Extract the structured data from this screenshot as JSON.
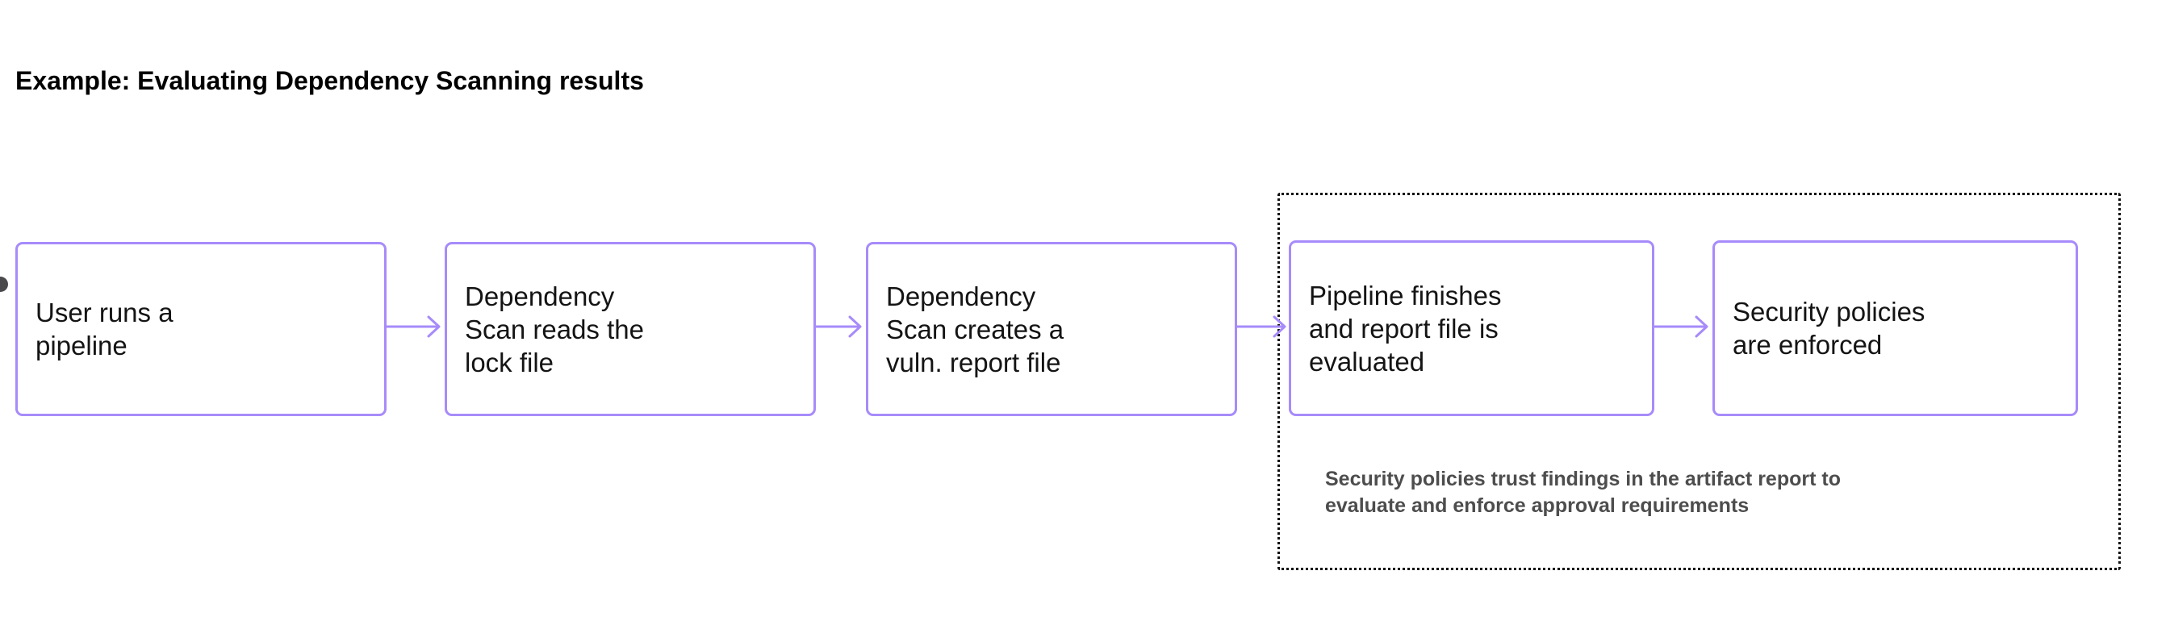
{
  "page": {
    "title": "Example: Evaluating Dependency Scanning results",
    "background_color": "#ffffff"
  },
  "theme": {
    "node_border_color": "#a78bfa",
    "node_fill_color": "#ffffff",
    "node_text_color": "#141414",
    "arrow_color": "#a78bfa",
    "group_border_color": "#111111",
    "group_caption_color": "#4d4d4d",
    "entry_dot_color": "#4a4a4d",
    "title_color": "#000000"
  },
  "diagram": {
    "type": "flowchart",
    "direction": "left-to-right",
    "entry_handle": "start-dot",
    "nodes": [
      {
        "id": "node-1",
        "label": "User runs a\npipeline"
      },
      {
        "id": "node-2",
        "label": "Dependency\nScan reads the\nlock file"
      },
      {
        "id": "node-3",
        "label": "Dependency\nScan creates a\nvuln. report file"
      },
      {
        "id": "node-4",
        "label": "Pipeline finishes\nand report file is\nevaluated"
      },
      {
        "id": "node-5",
        "label": "Security policies\nare enforced"
      }
    ],
    "edges": [
      {
        "from": "node-1",
        "to": "node-2",
        "label": ""
      },
      {
        "from": "node-2",
        "to": "node-3",
        "label": ""
      },
      {
        "from": "node-3",
        "to": "node-4",
        "label": ""
      },
      {
        "from": "node-4",
        "to": "node-5",
        "label": ""
      }
    ],
    "group": {
      "id": "security-policy-group",
      "style": "dotted",
      "members": [
        "node-4",
        "node-5"
      ],
      "caption": "Security policies trust findings in the artifact report to\nevaluate and enforce approval requirements"
    }
  }
}
